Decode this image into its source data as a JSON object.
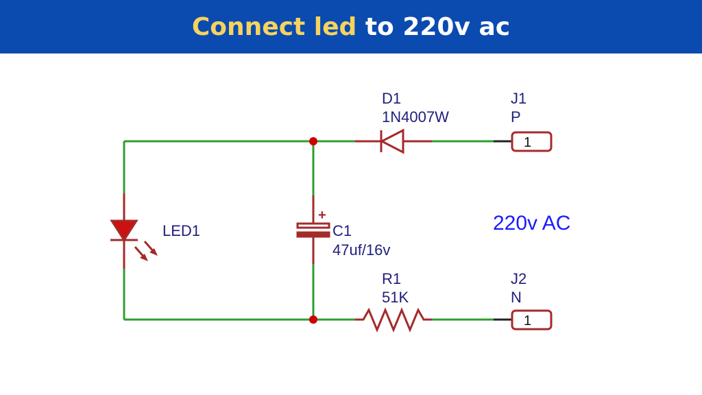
{
  "header": {
    "title_highlight": "Connect led",
    "title_rest": " to 220v ac"
  },
  "schematic": {
    "diode": {
      "ref": "D1",
      "value": "1N4007W"
    },
    "led": {
      "ref": "LED1"
    },
    "capacitor": {
      "ref": "C1",
      "value": "47uf/16v",
      "polarity": "+"
    },
    "resistor": {
      "ref": "R1",
      "value": "51K"
    },
    "connector_p": {
      "ref": "J1",
      "name": "P",
      "pin": "1"
    },
    "connector_n": {
      "ref": "J2",
      "name": "N",
      "pin": "1"
    },
    "supply_label": "220v AC"
  },
  "colors": {
    "header_bg": "#0b4bb0",
    "title_highlight": "#f6d35e",
    "wire": "#2f9e2f",
    "component": "#a52a2a",
    "junction": "#cc0000",
    "label": "#1e1e7c",
    "supply_label": "#1a1aff"
  }
}
